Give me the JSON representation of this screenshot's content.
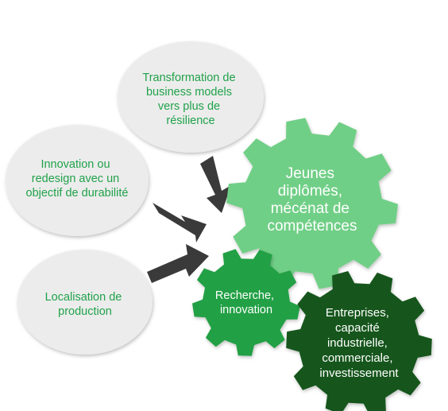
{
  "bubbles": {
    "transformation": [
      "Transformation de",
      "business models",
      "vers plus de",
      "résilience"
    ],
    "innovation": [
      "Innovation ou",
      "redesign avec un",
      "objectif de durabilité"
    ],
    "localisation": [
      "Localisation de",
      "production"
    ]
  },
  "gears": {
    "jeunes": [
      "Jeunes",
      "diplômés,",
      "mécénat de",
      "compétences"
    ],
    "recherche": [
      "Recherche,",
      "innovation"
    ],
    "entreprises": [
      "Entreprises,",
      "capacité",
      "industrielle,",
      "commerciale,",
      "investissement"
    ]
  },
  "colors": {
    "bubble_fill": "#ececec",
    "bubble_text": "#20a24a",
    "gear_light": "#6fcf86",
    "gear_medium": "#22a045",
    "gear_dark": "#17561f",
    "arrow": "#3a3a3a"
  }
}
